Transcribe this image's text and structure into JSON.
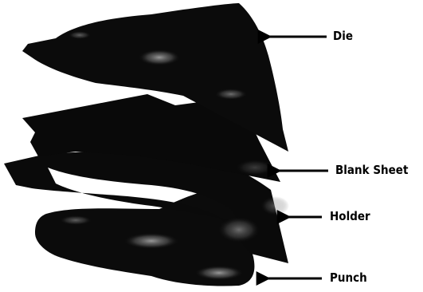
{
  "parts": {
    "die": "Die",
    "blank_sheet": "Blank Sheet",
    "holder": "Holder",
    "punch": "Punch"
  },
  "colors": {
    "part_fill": "#0a0a0a",
    "highlight": "#9a9a9a",
    "arrow": "#000000",
    "background": "#ffffff"
  }
}
